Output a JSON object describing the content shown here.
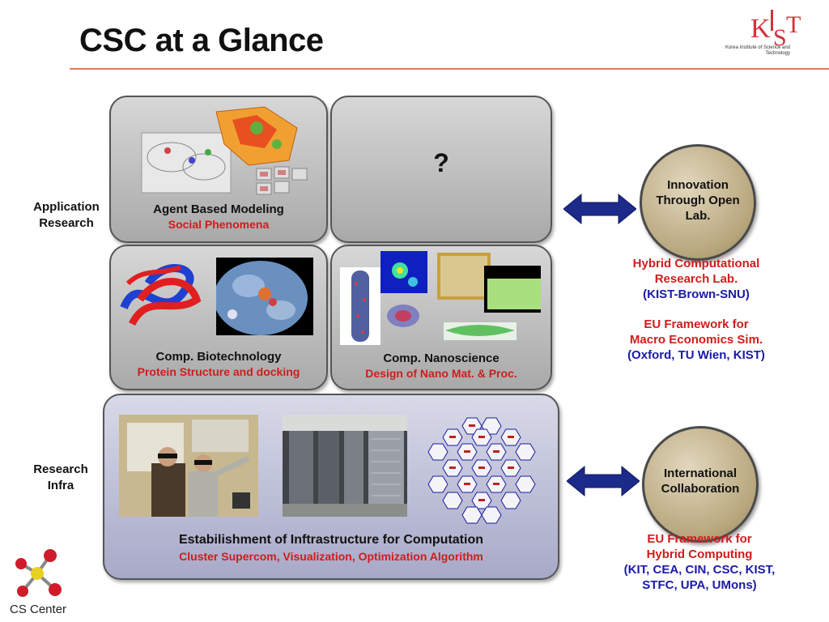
{
  "title": "CSC at a Glance",
  "logo": {
    "letters": "KIST",
    "subtitle": "Korea Institute of Science and Technology"
  },
  "row_labels": {
    "application": "Application Research",
    "infra": "Research Infra"
  },
  "panels": {
    "agent": {
      "title": "Agent Based Modeling",
      "subtitle": "Social Phenomena"
    },
    "unknown": {
      "title": "?"
    },
    "biotech": {
      "title": "Comp. Biotechnology",
      "subtitle": "Protein Structure and docking"
    },
    "nano": {
      "title": "Comp. Nanoscience",
      "subtitle": "Design of Nano Mat. & Proc."
    },
    "infra": {
      "title": "Estabilishment of Inftrastructure for Computation",
      "subtitle": "Cluster Supercom, Visualization, Optimization Algorithm"
    }
  },
  "circles": {
    "innovation": "Innovation Through Open Lab.",
    "international": "International Collaboration"
  },
  "notes": {
    "hybrid_lab_line1": "Hybrid Computational",
    "hybrid_lab_line2": "Research Lab.",
    "hybrid_lab_partners": "(KIST-Brown-SNU)",
    "eu_macro_line1": "EU Framework for",
    "eu_macro_line2": "Macro Economics Sim.",
    "eu_macro_partners": "(Oxford, TU Wien, KIST)",
    "eu_hybrid_line1": "EU Framework for",
    "eu_hybrid_line2": "Hybrid Computing",
    "eu_hybrid_partners_line1": "(KIT, CEA, CIN, CSC, KIST,",
    "eu_hybrid_partners_line2": "STFC, UPA, UMons)"
  },
  "footer": {
    "label": "CS Center"
  },
  "colors": {
    "accent_red": "#d01c1c",
    "accent_navy": "#1a1aa8",
    "arrow": "#1c2a8a"
  }
}
